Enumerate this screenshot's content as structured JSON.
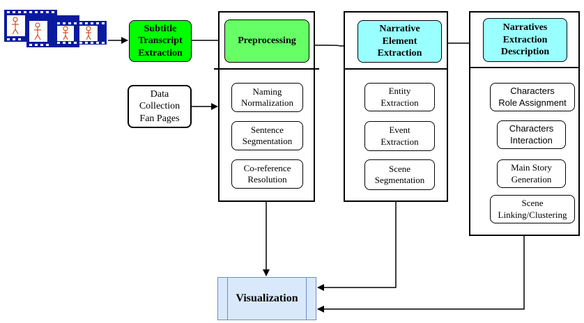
{
  "colors": {
    "subtitle_fill": "#00ff00",
    "preprocessing_fill": "#66ff66",
    "narrative_header_fill": "#99ffff",
    "visualization_fill": "#dae8fc",
    "visualization_border": "#6c8ebf",
    "film_blue": "#0a1a9e",
    "line": "#000000"
  },
  "icons": {
    "film_strip": "film-strip-icon"
  },
  "source": {
    "subtitle_extraction": "Subtitle\nTranscript\nExtraction",
    "data_collection": "Data\nCollection\nFan Pages"
  },
  "preprocessing": {
    "header": "Preprocessing",
    "items": [
      "Naming\nNormalization",
      "Sentence\nSegmentation",
      "Co-reference\nResolution"
    ]
  },
  "narrative_element": {
    "header": "Narrative\nElement\nExtraction",
    "items": [
      "Entity\nExtraction",
      "Event\nExtraction",
      "Scene\nSegmentation"
    ]
  },
  "narratives_description": {
    "header": "Narratives\nExtraction\nDescription",
    "items": [
      "Characters\nRole Assignment",
      "Characters\nInteraction",
      "Main Story\nGeneration",
      "Scene\nLinking/Clustering"
    ]
  },
  "output": {
    "visualization": "Visualization"
  }
}
